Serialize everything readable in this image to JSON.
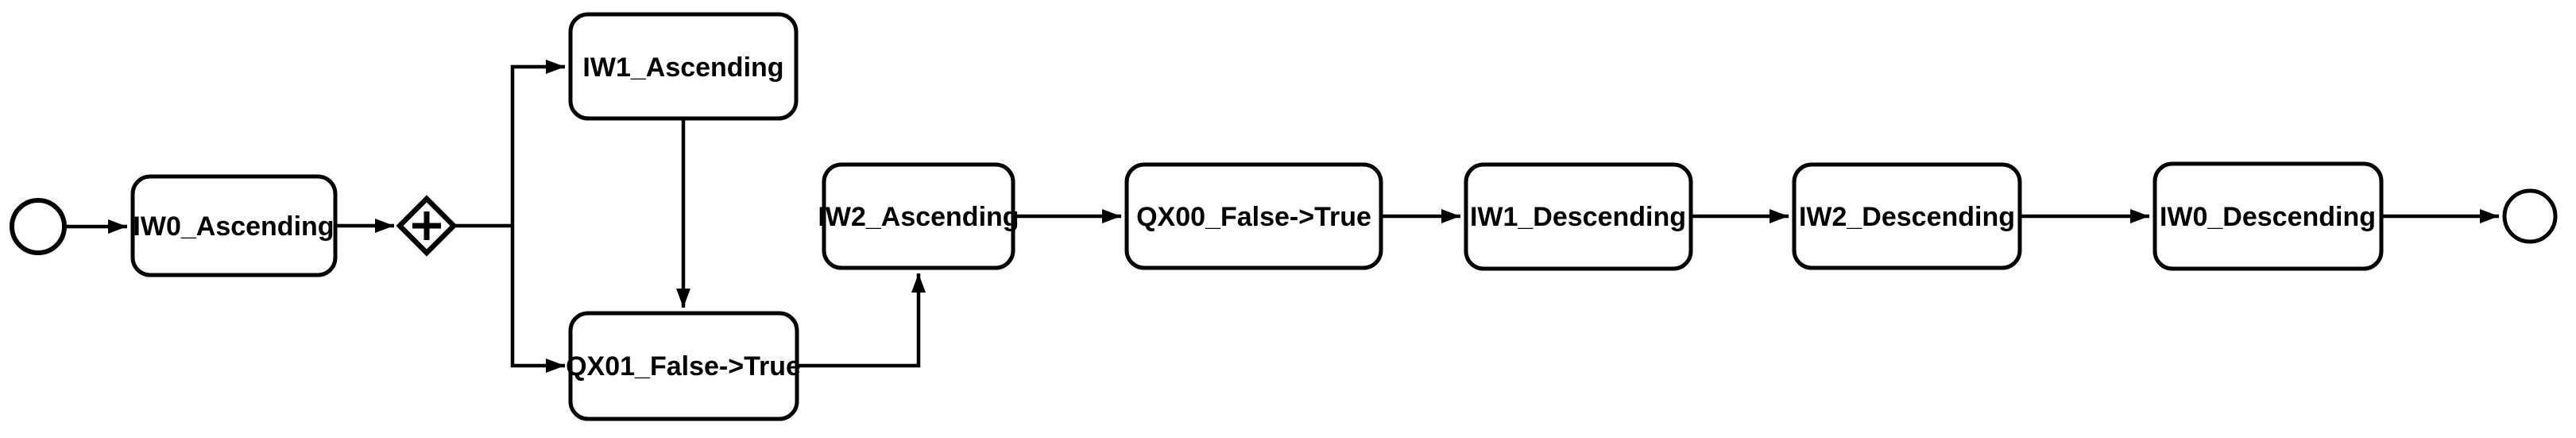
{
  "diagram": {
    "kind": "bpmn-process-flow",
    "background_color": "#ffffff",
    "stroke_color": "#000000",
    "fill_color": "#ffffff",
    "start_event": {
      "id": "start",
      "label": ""
    },
    "end_event": {
      "id": "end",
      "label": ""
    },
    "gateway": {
      "id": "gateway1",
      "type": "parallel",
      "symbol": "+"
    },
    "nodes": [
      {
        "id": "iw0_asc",
        "type": "task",
        "label": "IW0_Ascending"
      },
      {
        "id": "iw1_asc",
        "type": "task",
        "label": "IW1_Ascending"
      },
      {
        "id": "qx01",
        "type": "task",
        "label": "QX01_False->True"
      },
      {
        "id": "iw2_asc",
        "type": "task",
        "label": "IW2_Ascending"
      },
      {
        "id": "qx00",
        "type": "task",
        "label": "QX00_False->True"
      },
      {
        "id": "iw1_desc",
        "type": "task",
        "label": "IW1_Descending"
      },
      {
        "id": "iw2_desc",
        "type": "task",
        "label": "IW2_Descending"
      },
      {
        "id": "iw0_desc",
        "type": "task",
        "label": "IW0_Descending"
      }
    ],
    "edges": [
      {
        "from": "start",
        "to": "iw0_asc"
      },
      {
        "from": "iw0_asc",
        "to": "gateway1"
      },
      {
        "from": "gateway1",
        "to": "iw1_asc"
      },
      {
        "from": "gateway1",
        "to": "qx01"
      },
      {
        "from": "iw1_asc",
        "to": "qx01"
      },
      {
        "from": "qx01",
        "to": "iw2_asc"
      },
      {
        "from": "iw2_asc",
        "to": "qx00"
      },
      {
        "from": "qx00",
        "to": "iw1_desc"
      },
      {
        "from": "iw1_desc",
        "to": "iw2_desc"
      },
      {
        "from": "iw2_desc",
        "to": "iw0_desc"
      },
      {
        "from": "iw0_desc",
        "to": "end"
      }
    ]
  }
}
